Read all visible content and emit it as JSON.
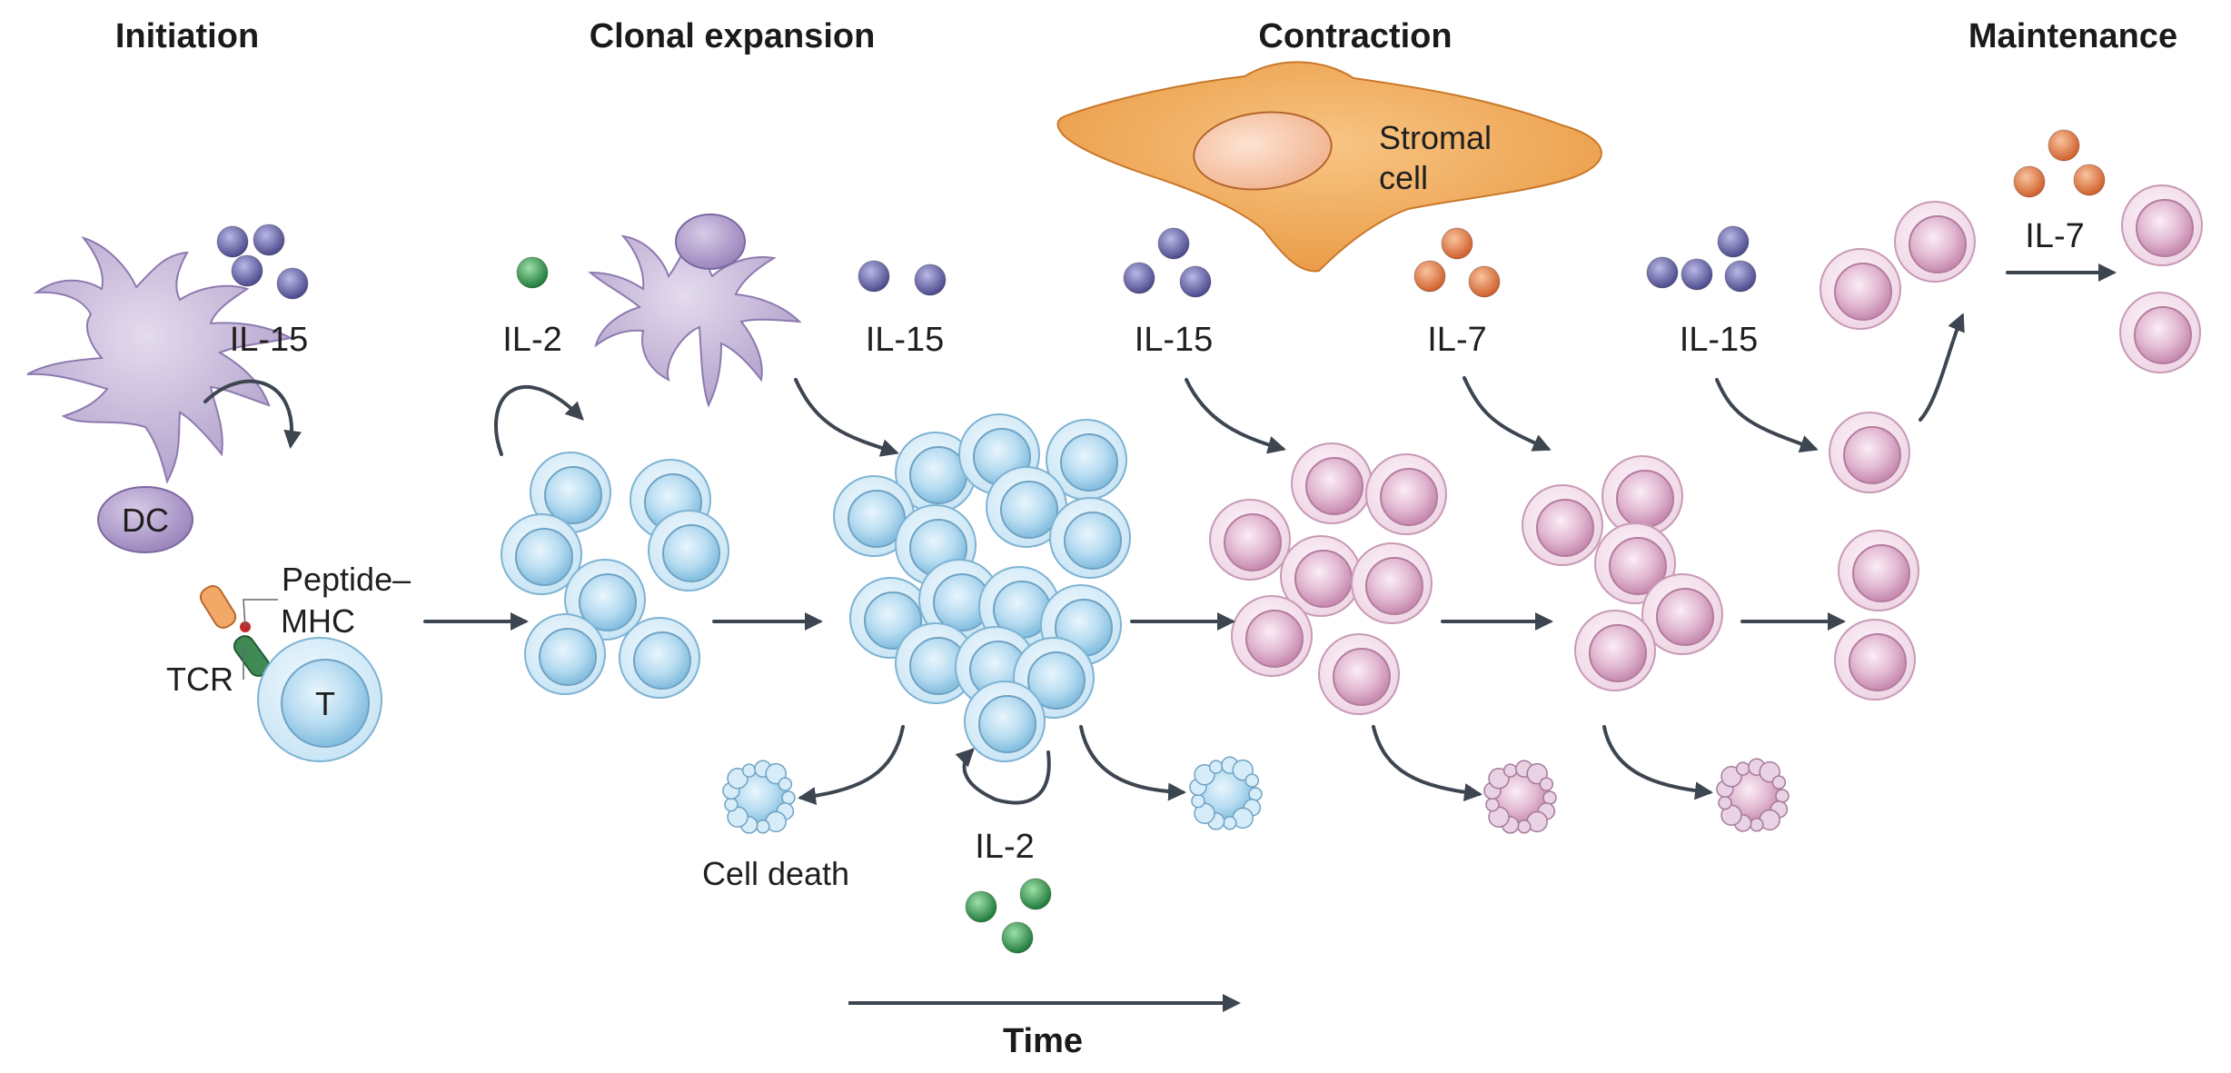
{
  "phases": {
    "initiation": "Initiation",
    "clonal_expansion": "Clonal expansion",
    "contraction": "Contraction",
    "maintenance": "Maintenance"
  },
  "cytokines": {
    "il15_initiation": "IL-15",
    "il2_autocrine": "IL-2",
    "il15_dc": "IL-15",
    "il15_contraction": "IL-15",
    "il7_contraction": "IL-7",
    "il15_memory": "IL-15",
    "il7_maintenance": "IL-7",
    "il2_expansion_bottom": "IL-2"
  },
  "labels": {
    "dc": "DC",
    "t_cell": "T",
    "tcr": "TCR",
    "peptide": "Peptide–",
    "mhc": "MHC",
    "stromal_line1": "Stromal",
    "stromal_line2": "cell",
    "cell_death": "Cell death",
    "time": "Time"
  },
  "colors": {
    "il15": "#6a68a8",
    "il7": "#de7a45",
    "il2": "#3a9a52",
    "effector_cell": "#bfe0f3",
    "memory_cell": "#eed3e2",
    "dendritic_cell": "#c2b3d6",
    "stromal_cell": "#f0ac5a",
    "arrow": "#3d4650"
  }
}
